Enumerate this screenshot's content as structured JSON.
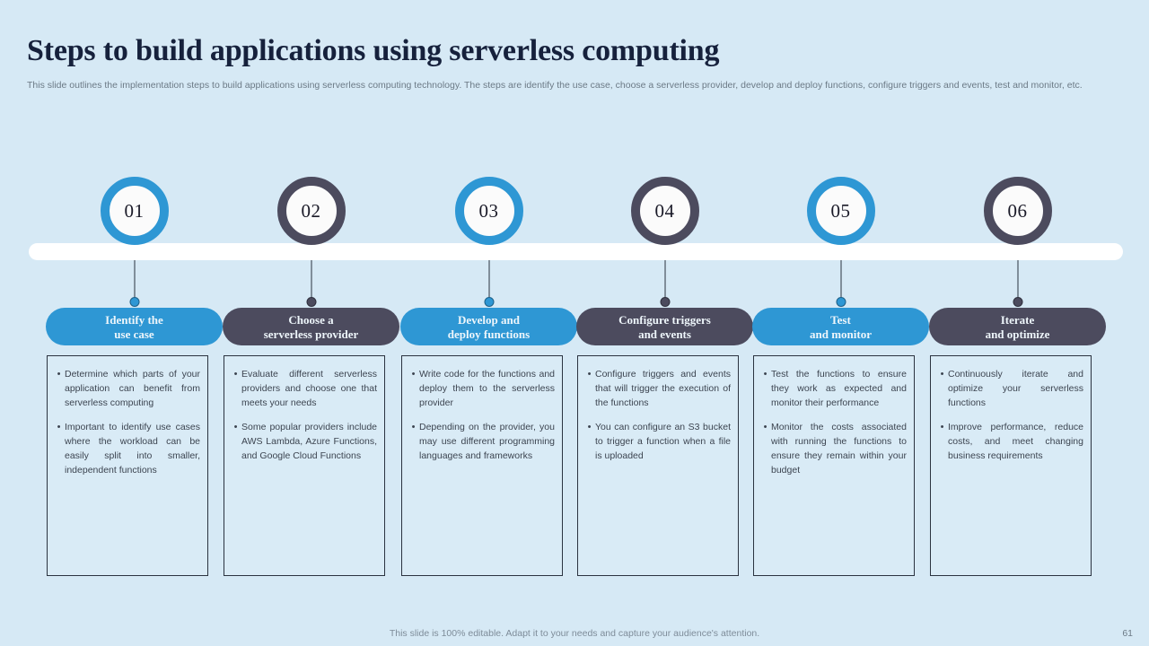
{
  "slide": {
    "title": "Steps to build applications using serverless computing",
    "subtitle": "This slide outlines the implementation steps to build applications using serverless computing technology. The steps are identify the use case, choose a serverless provider, develop and deploy functions, configure triggers and events, test and monitor, etc.",
    "footer_note": "This slide is 100% editable. Adapt it to your needs and capture your audience's attention.",
    "page_number": "61"
  },
  "colors": {
    "background": "#d6e9f5",
    "accent_blue": "#2e97d4",
    "accent_dark": "#4c4b5e",
    "track_white": "#ffffff",
    "card_border": "#2b3340",
    "title_text": "#16213c",
    "body_text": "#3c4450"
  },
  "steps": [
    {
      "number": "01",
      "theme": "blue",
      "heading_line1": "Identify the",
      "heading_line2": "use case",
      "bullets": [
        "Determine which parts of your application can benefit from serverless computing",
        "Important to identify use cases where the workload can be easily split into smaller, independent functions"
      ]
    },
    {
      "number": "02",
      "theme": "dark",
      "heading_line1": "Choose a",
      "heading_line2": "serverless provider",
      "bullets": [
        "Evaluate different serverless providers and choose one that meets your needs",
        "Some popular providers include AWS Lambda, Azure Functions, and Google Cloud Functions"
      ]
    },
    {
      "number": "03",
      "theme": "blue",
      "heading_line1": "Develop and",
      "heading_line2": "deploy functions",
      "bullets": [
        "Write code for the functions and deploy them to the serverless provider",
        "Depending on the provider, you may use different programming languages and frameworks"
      ]
    },
    {
      "number": "04",
      "theme": "dark",
      "heading_line1": "Configure triggers",
      "heading_line2": "and events",
      "bullets": [
        "Configure triggers and events that will trigger the execution of the functions",
        "You can configure an S3 bucket to trigger a function when a file is uploaded"
      ]
    },
    {
      "number": "05",
      "theme": "blue",
      "heading_line1": "Test",
      "heading_line2": "and monitor",
      "bullets": [
        "Test the functions to ensure they work as expected and monitor their performance",
        "Monitor the costs associated with running the functions to ensure they remain within your budget"
      ]
    },
    {
      "number": "06",
      "theme": "dark",
      "heading_line1": "Iterate",
      "heading_line2": "and optimize",
      "bullets": [
        "Continuously iterate and optimize your serverless functions",
        " Improve performance, reduce costs, and meet changing business requirements"
      ]
    }
  ]
}
